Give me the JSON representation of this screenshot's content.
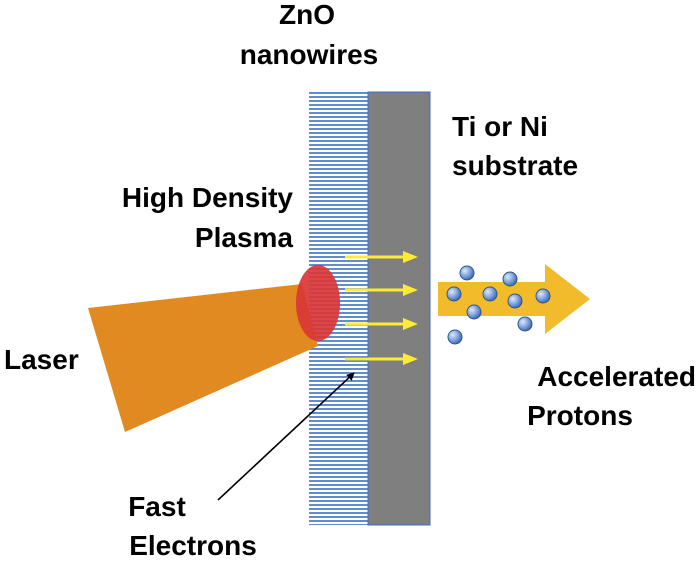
{
  "labels": {
    "zno_line1": "ZnO",
    "zno_line2": "nanowires",
    "substrate_line1": "Ti or Ni",
    "substrate_line2": "substrate",
    "plasma_line1": "High Density",
    "plasma_line2": "Plasma",
    "laser": "Laser",
    "electrons_line1": "Fast",
    "electrons_line2": "Electrons",
    "protons_line1": "Accelerated",
    "protons_line2": "Protons"
  },
  "colors": {
    "nanowire_lines": "#3b6fc4",
    "substrate": "#7f7f7f",
    "laser": "#e28a22",
    "plasma": "#d93636",
    "electron_arrows": "#ffeb33",
    "proton_arrow": "#f2bb2b",
    "protons": "#6f97d6"
  },
  "counts": {
    "electron_arrows": 4,
    "protons": 9
  }
}
